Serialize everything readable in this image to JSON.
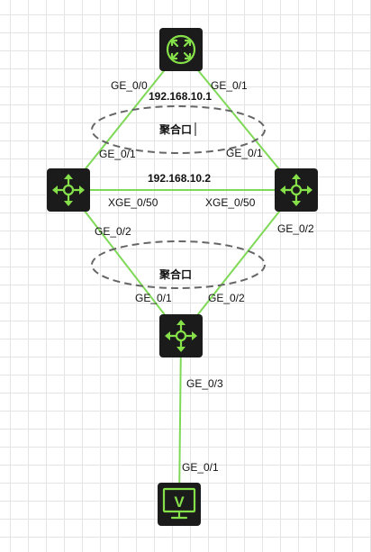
{
  "devices": {
    "router": {
      "icon": "router-icon"
    },
    "switch_left": {
      "icon": "l3-switch-icon"
    },
    "switch_right": {
      "icon": "l3-switch-icon"
    },
    "switch_bottom": {
      "icon": "l3-switch-icon"
    },
    "host": {
      "icon": "monitor-icon",
      "glyph": "V"
    }
  },
  "interfaces": {
    "router_ge00": "GE_0/0",
    "router_ge01": "GE_0/1",
    "left_ge01": "GE_0/1",
    "right_ge01": "GE_0/1",
    "left_xge050": "XGE_0/50",
    "right_xge050": "XGE_0/50",
    "left_ge02": "GE_0/2",
    "right_ge02": "GE_0/2",
    "bottom_ge01": "GE_0/1",
    "bottom_ge02": "GE_0/2",
    "bottom_ge03": "GE_0/3",
    "host_ge01": "GE_0/1"
  },
  "ips": {
    "router": "192.168.10.1",
    "switch": "192.168.10.2"
  },
  "aggregation": {
    "top_label": "聚合口",
    "bottom_label": "聚合口"
  },
  "colors": {
    "link": "#7ed957",
    "device_glyph": "#86e04a",
    "device_body": "#1b1b1b"
  }
}
